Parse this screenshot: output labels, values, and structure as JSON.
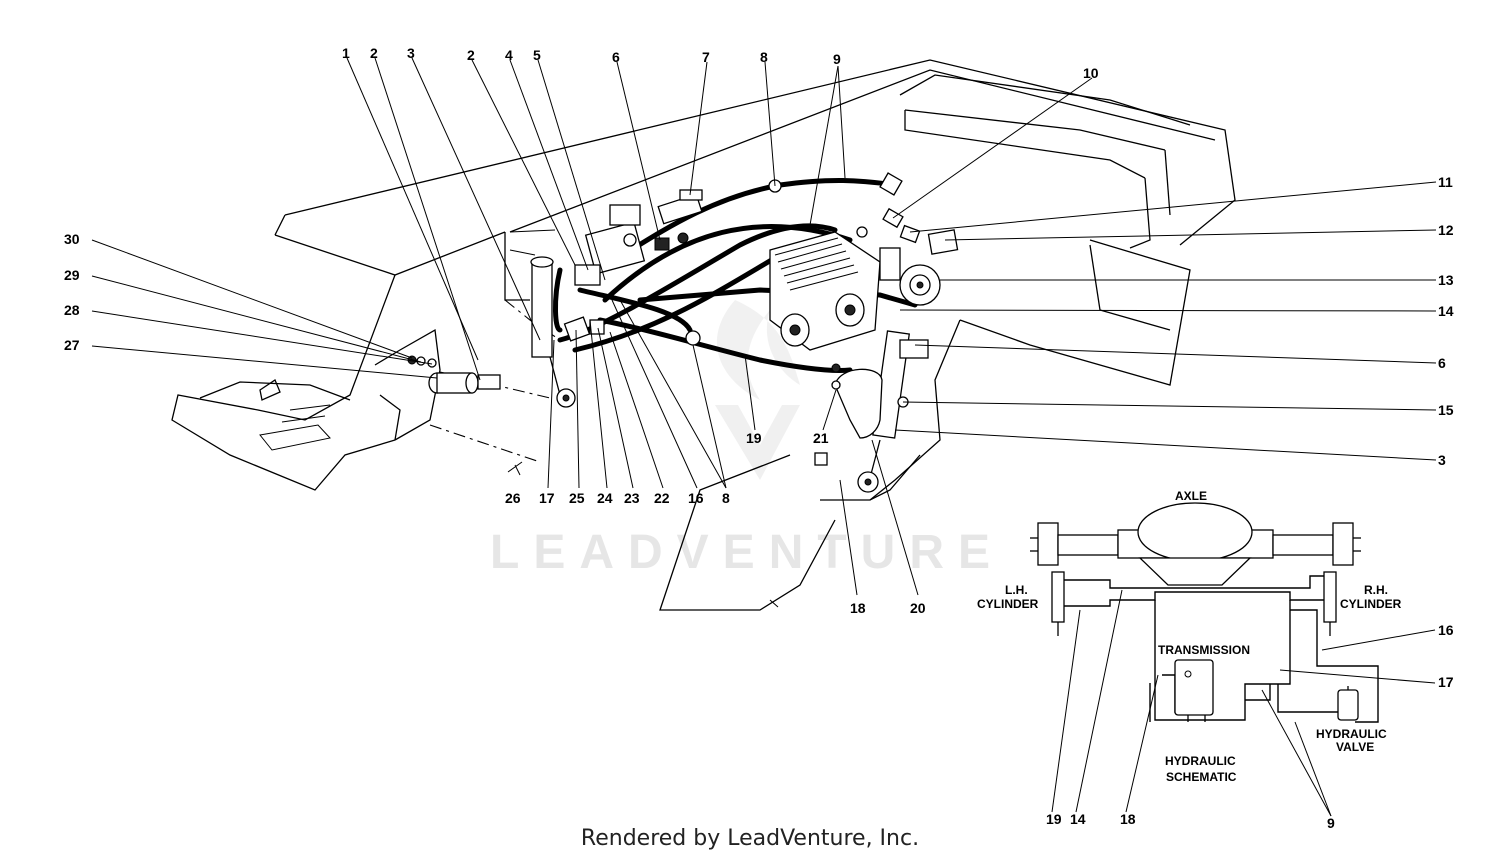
{
  "diagram": {
    "callouts": [
      {
        "id": "c1",
        "text": "1"
      },
      {
        "id": "c2a",
        "text": "2"
      },
      {
        "id": "c3a",
        "text": "3"
      },
      {
        "id": "c2b",
        "text": "2"
      },
      {
        "id": "c4",
        "text": "4"
      },
      {
        "id": "c5",
        "text": "5"
      },
      {
        "id": "c6a",
        "text": "6"
      },
      {
        "id": "c7",
        "text": "7"
      },
      {
        "id": "c8a",
        "text": "8"
      },
      {
        "id": "c9a",
        "text": "9"
      },
      {
        "id": "c10",
        "text": "10"
      },
      {
        "id": "c11",
        "text": "11"
      },
      {
        "id": "c12",
        "text": "12"
      },
      {
        "id": "c13",
        "text": "13"
      },
      {
        "id": "c14a",
        "text": "14"
      },
      {
        "id": "c6b",
        "text": "6"
      },
      {
        "id": "c15",
        "text": "15"
      },
      {
        "id": "c3b",
        "text": "3"
      },
      {
        "id": "c30",
        "text": "30"
      },
      {
        "id": "c29",
        "text": "29"
      },
      {
        "id": "c28",
        "text": "28"
      },
      {
        "id": "c27",
        "text": "27"
      },
      {
        "id": "c26",
        "text": "26"
      },
      {
        "id": "c17a",
        "text": "17"
      },
      {
        "id": "c25",
        "text": "25"
      },
      {
        "id": "c24",
        "text": "24"
      },
      {
        "id": "c23",
        "text": "23"
      },
      {
        "id": "c22",
        "text": "22"
      },
      {
        "id": "c16a",
        "text": "16"
      },
      {
        "id": "c8b",
        "text": "8"
      },
      {
        "id": "c19a",
        "text": "19"
      },
      {
        "id": "c21",
        "text": "21"
      },
      {
        "id": "c18a",
        "text": "18"
      },
      {
        "id": "c20",
        "text": "20"
      },
      {
        "id": "c16b",
        "text": "16"
      },
      {
        "id": "c17b",
        "text": "17"
      },
      {
        "id": "c19b",
        "text": "19"
      },
      {
        "id": "c14b",
        "text": "14"
      },
      {
        "id": "c18b",
        "text": "18"
      },
      {
        "id": "c9b",
        "text": "9"
      }
    ],
    "schematic": {
      "axle": "AXLE",
      "lh_cylinder_1": "L.H.",
      "lh_cylinder_2": "CYLINDER",
      "rh_cylinder_1": "R.H.",
      "rh_cylinder_2": "CYLINDER",
      "transmission": "TRANSMISSION",
      "valve_1": "HYDRAULIC",
      "valve_2": "VALVE",
      "title_1": "HYDRAULIC",
      "title_2": "SCHEMATIC"
    },
    "watermark": "LEADVENTURE",
    "footer": "Rendered by LeadVenture, Inc."
  }
}
